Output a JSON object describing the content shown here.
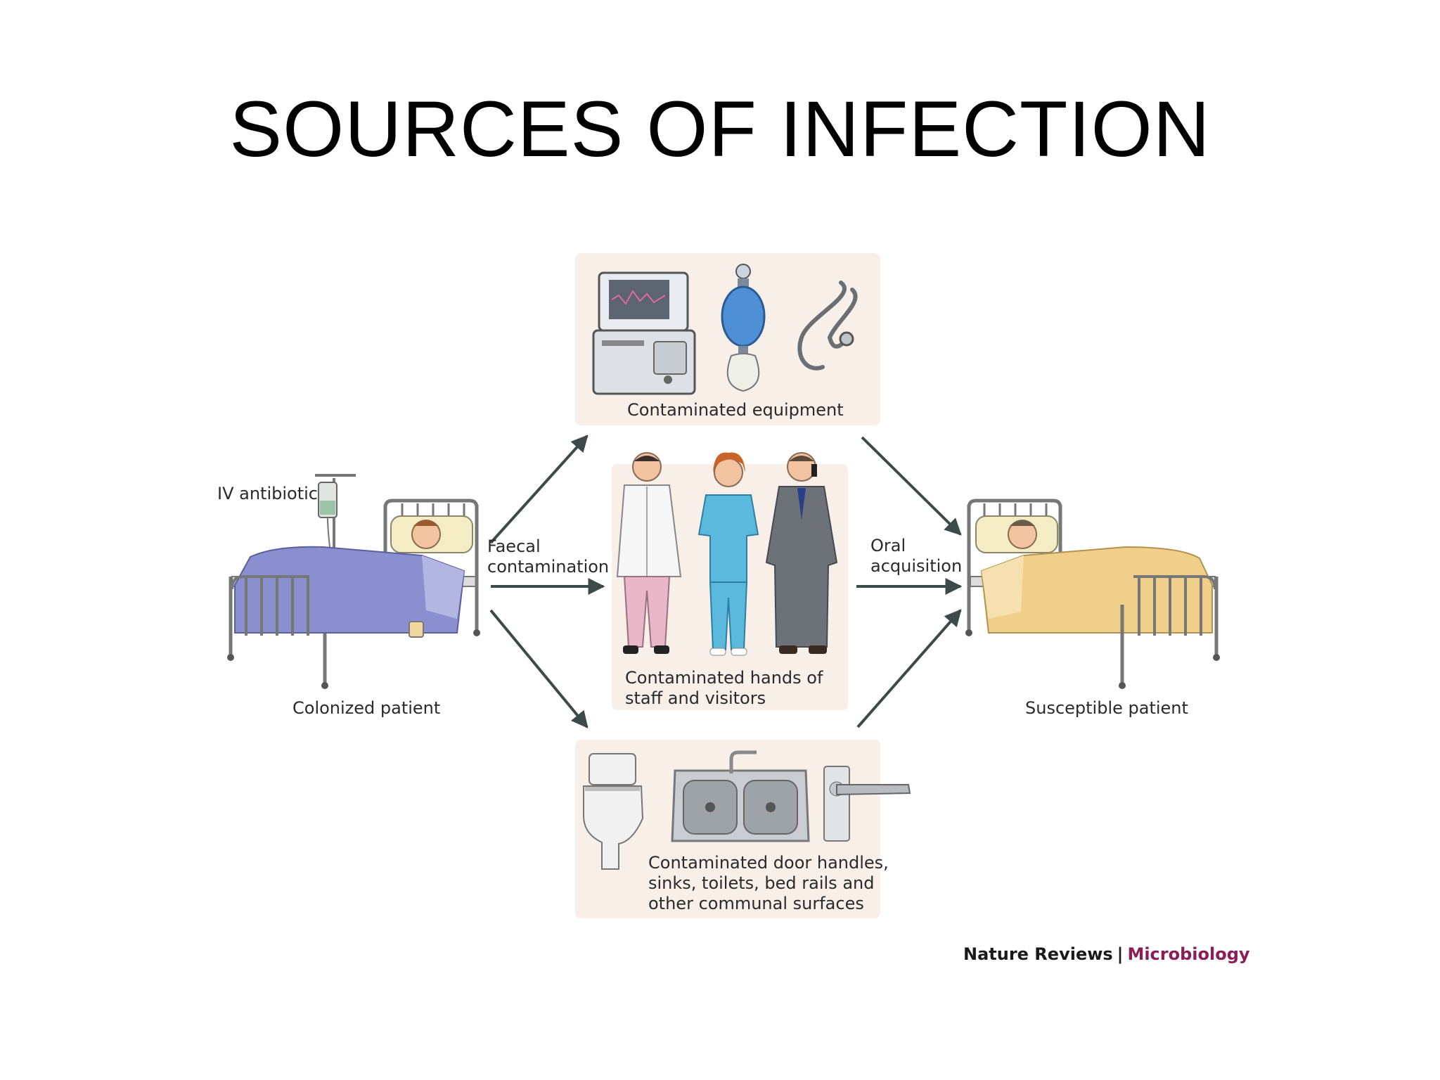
{
  "title": "SOURCES OF INFECTION",
  "labels": {
    "iv": "IV antibiotic",
    "colonized": "Colonized patient",
    "susceptible": "Susceptible patient",
    "faecal_line1": "Faecal",
    "faecal_line2": "contamination",
    "oral_line1": "Oral",
    "oral_line2": "acquisition",
    "equipment": "Contaminated equipment",
    "hands_line1": "Contaminated hands of",
    "hands_line2": "staff and visitors",
    "surfaces_line1": "Contaminated door handles,",
    "surfaces_line2": "sinks, toilets, bed rails and",
    "surfaces_line3": "other communal surfaces"
  },
  "credit": {
    "publisher": "Nature Reviews",
    "separator": "|",
    "journal": "Microbiology"
  },
  "colors": {
    "panel": "#f7efe8",
    "arrow": "#3d4a4a",
    "colonized_blanket": "#8a8fcf",
    "susceptible_blanket": "#f0cf8a",
    "scrubs": "#5ab9dc",
    "suit": "#6d7278",
    "credit_accent": "#8b1e56"
  }
}
